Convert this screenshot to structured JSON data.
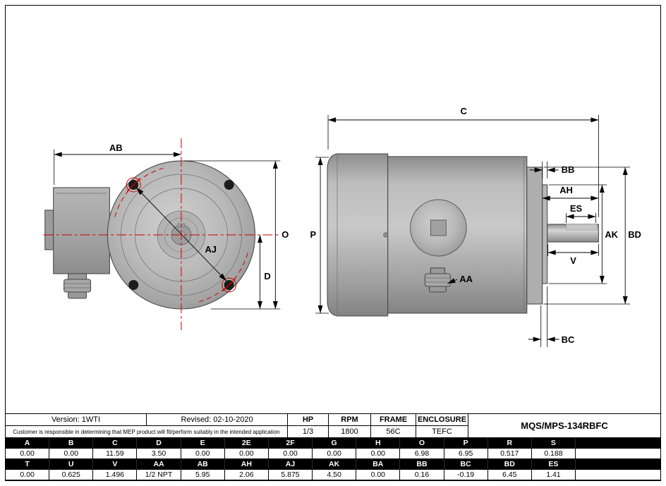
{
  "colors": {
    "accent_red": "#cc0000",
    "motor_gray": "#a9a9a9",
    "line_black": "#000000",
    "header_bg": "#000000",
    "header_fg": "#ffffff"
  },
  "labels": {
    "ab": "AB",
    "aj": "AJ",
    "o": "O",
    "d": "D",
    "c": "C",
    "p": "P",
    "bb": "BB",
    "ah": "AH",
    "es": "ES",
    "ak": "AK",
    "bd": "BD",
    "v": "V",
    "aa": "AA",
    "bc": "BC"
  },
  "title_block": {
    "version": "Version: 1WTI",
    "revised": "Revised: 02-10-2020",
    "disclaimer": "Customer is responsible in determining that MEP product will fit/perform suitably in the intended application",
    "part_number": "MQS/MPS-134RBFC",
    "specs": {
      "hp_label": "HP",
      "hp_value": "1/3",
      "rpm_label": "RPM",
      "rpm_value": "1800",
      "frame_label": "FRAME",
      "frame_value": "56C",
      "enclosure_label": "ENCLOSURE",
      "enclosure_value": "TEFC"
    }
  },
  "dim_table": {
    "row1_headers": [
      "A",
      "B",
      "C",
      "D",
      "E",
      "2E",
      "2F",
      "G",
      "H",
      "O",
      "P",
      "R",
      "S"
    ],
    "row1_values": [
      "0.00",
      "0.00",
      "11.59",
      "3.50",
      "0.00",
      "0.00",
      "0.00",
      "0.00",
      "0.00",
      "6.98",
      "6.95",
      "0.517",
      "0.188"
    ],
    "row2_headers": [
      "T",
      "U",
      "V",
      "AA",
      "AB",
      "AH",
      "AJ",
      "AK",
      "BA",
      "BB",
      "BC",
      "BD",
      "ES"
    ],
    "row2_values": [
      "0.00",
      "0.625",
      "1.496",
      "1/2 NPT",
      "5.95",
      "2.06",
      "5.875",
      "4.50",
      "0.00",
      "0.16",
      "-0.19",
      "6.45",
      "1.41"
    ]
  }
}
